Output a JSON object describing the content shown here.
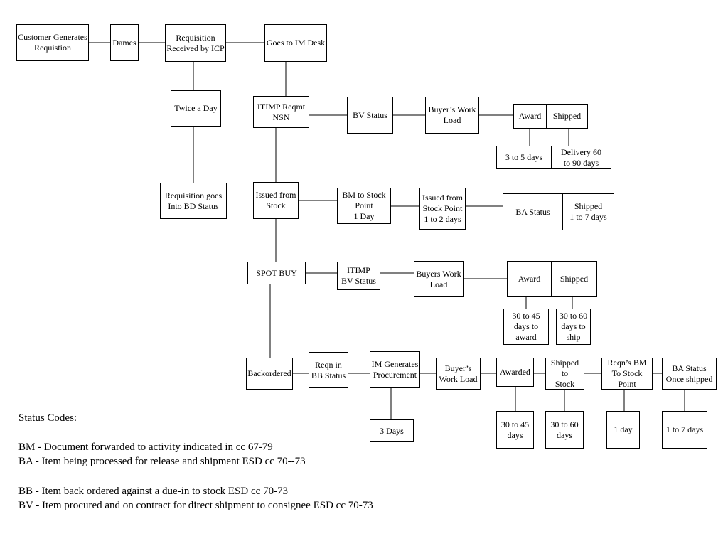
{
  "boxes": {
    "customer_generates": "Customer Generates\nRequistion",
    "dames": "Dames",
    "requisition_received": "Requisition\nReceived by ICP",
    "goes_to_im_desk": "Goes to IM Desk",
    "twice_a_day": "Twice a Day",
    "requisition_bd": "Requisition goes\nInto BD  Status",
    "itimp_reqmt": "ITIMP Reqmt\nNSN",
    "bv_status": "BV Status",
    "buyers_work_load_1": "Buyer’s Work\nLoad",
    "award_1": "Award",
    "shipped_1": "Shipped",
    "days_3_to_5": "3 to 5 days",
    "delivery_60_90": "Delivery 60\nto  90 days",
    "issued_from_stock": "Issued from\nStock",
    "bm_to_stock_point": "BM  to Stock\nPoint\n1 Day",
    "issued_from_stock_point": "Issued from\nStock Point\n1 to 2 days",
    "ba_status": "BA Status",
    "shipped_1_to_7": "Shipped\n1  to 7 days",
    "spot_buy": "SPOT  BUY",
    "itimp_bv_status": "ITIMP\nBV Status",
    "buyers_work_load_2": "Buyers Work\nLoad",
    "award_2": "Award",
    "shipped_2": "Shipped",
    "days_30_45_award": "30 to 45\ndays to\naward",
    "days_30_60_ship": "30 to 60\ndays to\nship",
    "backordered": "Backordered",
    "reqn_bb_status": "Reqn in\nBB Status",
    "im_generates": "IM Generates\nProcurement",
    "days_3": "3 Days",
    "buyers_work_load_3": "Buyer’s\nWork Load",
    "awarded": "Awarded",
    "shipped_to_stock": "Shipped to\nStock",
    "reqns_bm": "Reqn’s BM\nTo Stock Point",
    "ba_status_once_shipped": "BA Status\nOnce  shipped",
    "days_30_45": "30 to 45\ndays",
    "days_30_60": "30 to 60\ndays",
    "day_1": "1 day",
    "days_1_to_7": "1 to 7 days"
  },
  "legend": {
    "title": "Status Codes:",
    "bm": "BM - Document forwarded to activity indicated in cc 67-79",
    "ba": "BA - Item being processed  for release and shipment ESD cc 70--73",
    "bb": "BB - Item back ordered against a due-in to stock ESD cc 70-73",
    "bv": "BV - Item procured and on contract for direct shipment to consignee ESD  cc 70-73"
  }
}
